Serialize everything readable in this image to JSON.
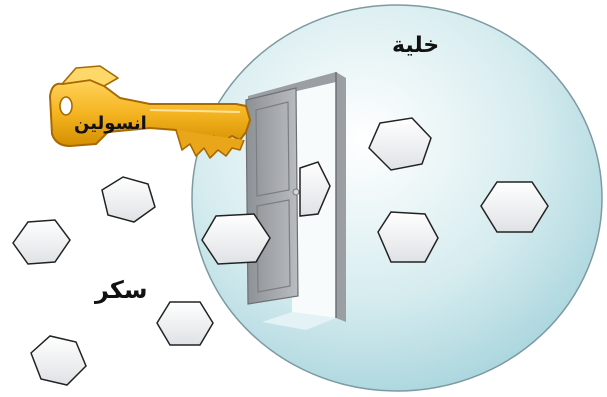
{
  "labels": {
    "cell": "خلية",
    "insulin": "انسولين",
    "sugar": "سكر"
  },
  "colors": {
    "cell_fill_center": "#ffffff",
    "cell_fill_edge": "#9fd0d9",
    "cell_stroke": "#6b8b93",
    "key_fill": "#f5b422",
    "key_stroke": "#a86a00",
    "door": "#a6a9ad",
    "hexagon_fill": "#f4f5f6",
    "hexagon_stroke": "#222222"
  },
  "icons": [
    "key-icon",
    "open-door-icon",
    "hexagon-icon"
  ]
}
